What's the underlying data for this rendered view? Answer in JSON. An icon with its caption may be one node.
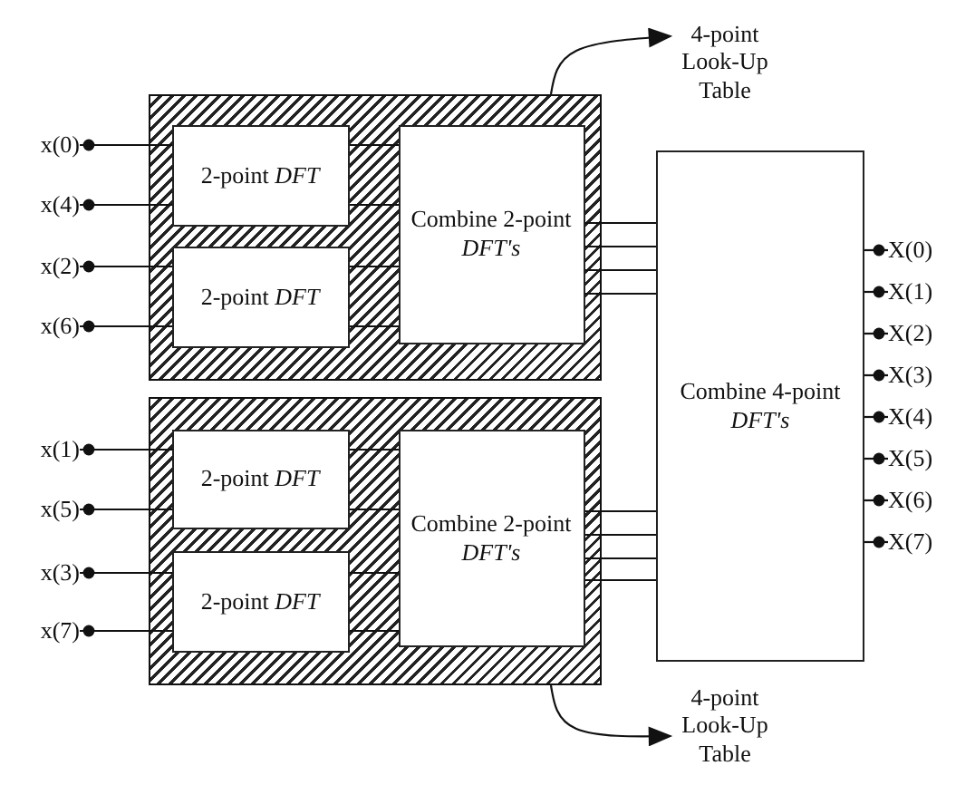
{
  "diagram": {
    "nodes": [
      {
        "text": [],
        "shape": "box"
      },
      {
        "text": [
          "2-point *DFT*"
        ],
        "in": 0
      },
      {
        "text": [
          "2-point *DFT*"
        ],
        "in": 0
      },
      {
        "text": [
          "Combine 2-point *DFT's*"
        ],
        "in": 0
      },
      {
        "text": [],
        "shape": "box"
      },
      {
        "text": [
          "2-point *DFT*"
        ],
        "in": 4
      },
      {
        "text": [
          "2-point *DFT*"
        ],
        "in": 4
      },
      {
        "text": [
          "Combine 2-point *DFT's*"
        ],
        "in": 4
      },
      {
        "text": [
          "Combine 4-point *DFT's*"
        ]
      },
      {
        "text": [
          "4-point Look-Up Table"
        ]
      },
      {
        "text": [
          "4-point Look-Up Table"
        ]
      },
      {
        "text": [
          "x(0)"
        ]
      },
      {
        "text": [
          "x(4)"
        ]
      },
      {
        "text": [
          "x(2)"
        ]
      },
      {
        "text": [
          "x(6)"
        ]
      },
      {
        "text": [
          "x(1)"
        ]
      },
      {
        "text": [
          "x(5)"
        ]
      },
      {
        "text": [
          "x(3)"
        ]
      },
      {
        "text": [
          "x(7)"
        ]
      },
      {
        "text": [
          "X(0)"
        ]
      },
      {
        "text": [
          "X(1)"
        ]
      },
      {
        "text": [
          "X(2)"
        ]
      },
      {
        "text": [
          "X(3)"
        ]
      },
      {
        "text": [
          "X(4)"
        ]
      },
      {
        "text": [
          "X(5)"
        ]
      },
      {
        "text": [
          "X(6)"
        ]
      },
      {
        "text": [
          "X(7)"
        ]
      }
    ],
    "edges": [
      {
        "from": 11,
        "to": 1,
        "arrow": "other"
      },
      {
        "from": 12,
        "to": 1,
        "arrow": "other"
      },
      {
        "from": 13,
        "to": 2,
        "arrow": "other"
      },
      {
        "from": 14,
        "to": 2,
        "arrow": "other"
      },
      {
        "from": 15,
        "to": 5,
        "arrow": "other"
      },
      {
        "from": 16,
        "to": 5,
        "arrow": "other"
      },
      {
        "from": 17,
        "to": 6,
        "arrow": "other"
      },
      {
        "from": 18,
        "to": 6,
        "arrow": "other"
      },
      {
        "from": 1,
        "to": 3,
        "arrow": "none"
      },
      {
        "from": 1,
        "to": 3,
        "arrow": "none"
      },
      {
        "from": 2,
        "to": 3,
        "arrow": "none"
      },
      {
        "from": 2,
        "to": 3,
        "arrow": "none"
      },
      {
        "from": 5,
        "to": 7,
        "arrow": "none"
      },
      {
        "from": 5,
        "to": 7,
        "arrow": "none"
      },
      {
        "from": 6,
        "to": 7,
        "arrow": "none"
      },
      {
        "from": 6,
        "to": 7,
        "arrow": "none"
      },
      {
        "from": 3,
        "to": 8,
        "arrow": "none"
      },
      {
        "from": 3,
        "to": 8,
        "arrow": "none"
      },
      {
        "from": 3,
        "to": 8,
        "arrow": "none"
      },
      {
        "from": 3,
        "to": 8,
        "arrow": "none"
      },
      {
        "from": 7,
        "to": 8,
        "arrow": "none"
      },
      {
        "from": 7,
        "to": 8,
        "arrow": "none"
      },
      {
        "from": 7,
        "to": 8,
        "arrow": "none"
      },
      {
        "from": 7,
        "to": 8,
        "arrow": "none"
      },
      {
        "from": 8,
        "to": 19,
        "arrow": "other"
      },
      {
        "from": 8,
        "to": 20,
        "arrow": "other"
      },
      {
        "from": 8,
        "to": 21,
        "arrow": "other"
      },
      {
        "from": 8,
        "to": 22,
        "arrow": "other"
      },
      {
        "from": 8,
        "to": 23,
        "arrow": "other"
      },
      {
        "from": 8,
        "to": 24,
        "arrow": "other"
      },
      {
        "from": 8,
        "to": 25,
        "arrow": "other"
      },
      {
        "from": 8,
        "to": 26,
        "arrow": "other"
      },
      {
        "from": 0,
        "to": 9,
        "arrow": "to"
      },
      {
        "from": 4,
        "to": 10,
        "arrow": "to"
      }
    ]
  }
}
